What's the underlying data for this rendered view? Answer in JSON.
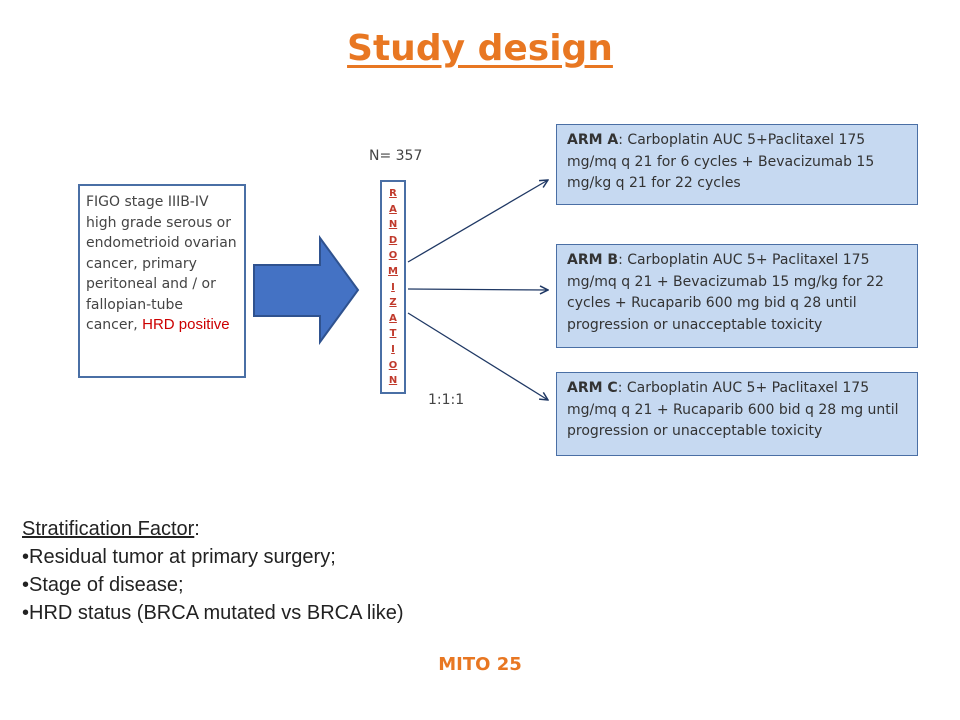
{
  "title": "Study design",
  "patient_box": {
    "text": "FIGO stage IIIB-IV high grade serous or endometrioid ovarian cancer, primary peritoneal and / or fallopian-tube cancer,",
    "highlight": "HRD positive"
  },
  "n_label": "N= 357",
  "randomization_letters": [
    "R",
    "A",
    "N",
    "D",
    "O",
    "M",
    "I",
    "Z",
    "A",
    "T",
    "I",
    "O",
    "N"
  ],
  "ratio_label": "1:1:1",
  "arms": [
    {
      "name": "ARM A",
      "text": ": Carboplatin AUC 5+Paclitaxel 175 mg/mq q 21 for 6 cycles + Bevacizumab 15 mg/kg q 21 for 22 cycles"
    },
    {
      "name": "ARM B",
      "text": ": Carboplatin AUC 5+ Paclitaxel 175 mg/mq q 21 +  Bevacizumab 15 mg/kg for 22 cycles + Rucaparib 600 mg bid q 28 until progression or unacceptable toxicity"
    },
    {
      "name": "ARM C",
      "text": ": Carboplatin AUC 5+ Paclitaxel 175 mg/mq q 21 + Rucaparib 600 bid q 28 mg until progression or unacceptable toxicity"
    }
  ],
  "stratification": {
    "title": "Stratification Factor",
    "title_suffix": ":",
    "items": [
      "•Residual tumor at primary surgery;",
      "•Stage of disease;",
      "•HRD status (BRCA mutated vs BRCA like)"
    ]
  },
  "footer": "MITO 25",
  "colors": {
    "title": "#e87722",
    "box_border": "#4a6fa5",
    "arm_fill": "#c6d9f1",
    "highlight": "#cc0000",
    "arrow_fill": "#4472c4"
  }
}
